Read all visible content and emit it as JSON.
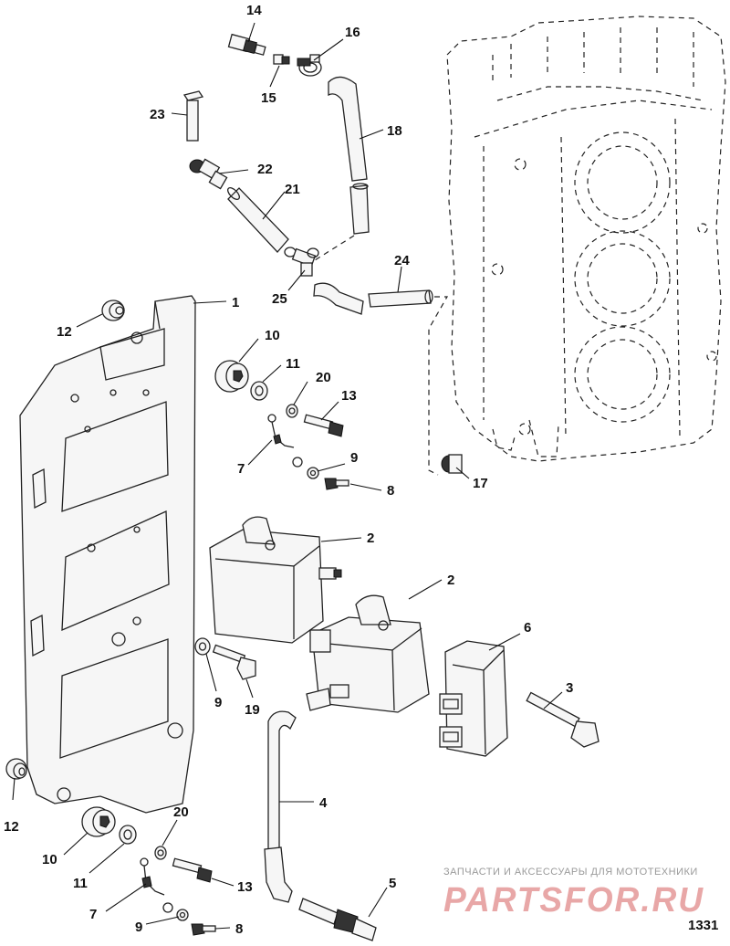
{
  "callouts": [
    "14",
    "16",
    "15",
    "18",
    "23",
    "22",
    "21",
    "25",
    "24",
    "1",
    "12",
    "10",
    "11",
    "20",
    "13",
    "7",
    "9",
    "8",
    "17",
    "2",
    "2",
    "6",
    "9",
    "19",
    "3",
    "4",
    "12",
    "10",
    "11",
    "20",
    "13",
    "7",
    "9",
    "8",
    "5"
  ],
  "watermark": {
    "line1": "ЗАПЧАСТИ И АКСЕССУАРЫ ДЛЯ МОТОТЕХНИКИ",
    "logo": "PARTSFOR.RU"
  },
  "page_number": "1331"
}
